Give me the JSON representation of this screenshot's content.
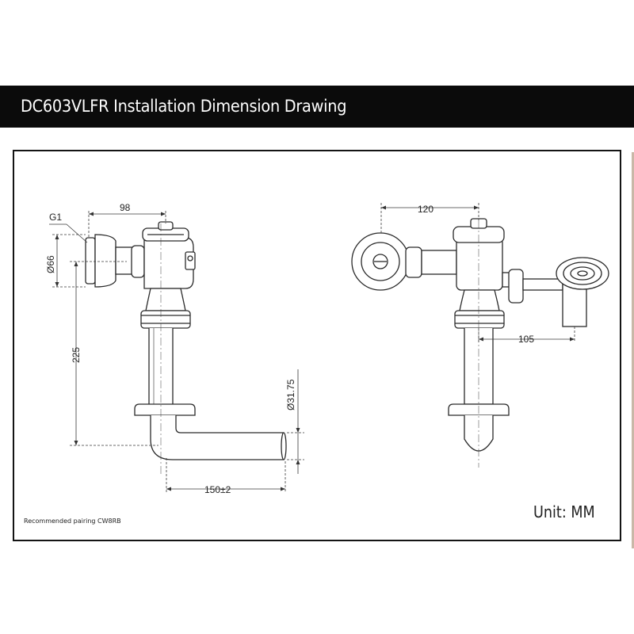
{
  "header": {
    "title": "DC603VLFR Installation Dimension Drawing"
  },
  "left_view": {
    "dim_thread": "G1",
    "dim_flange_diameter": "Ø66",
    "dim_width": "98",
    "dim_height": "225",
    "dim_pipe_diameter": "Ø31.75",
    "dim_pipe_length": "150±2"
  },
  "right_view": {
    "dim_width": "120",
    "dim_offset": "105"
  },
  "footer": {
    "note": "Recommended pairing CW8RB",
    "unit": "Unit: MM"
  },
  "colors": {
    "title_bar": "#0b0b0b",
    "line": "#2a2a2a"
  }
}
